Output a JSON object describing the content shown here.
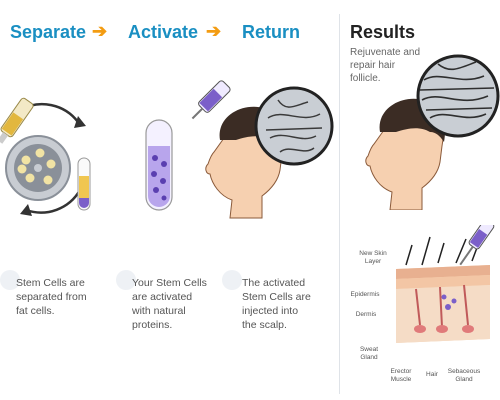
{
  "steps": [
    {
      "title": "Separate",
      "desc": [
        "Stem Cells are",
        "separated from",
        "fat cells."
      ]
    },
    {
      "title": "Activate",
      "desc": [
        "Your Stem Cells",
        "are activated",
        "with natural",
        "proteins."
      ]
    },
    {
      "title": "Return",
      "desc": [
        "The activated",
        "Stem Cells are",
        "injected into",
        "the scalp."
      ]
    }
  ],
  "arrows": [
    "➔",
    "➔"
  ],
  "results": {
    "title": "Results",
    "subtitle": [
      "Rejuvenate  and",
      "repair hair",
      "follicle."
    ]
  },
  "diagram_labels": {
    "new_skin_layer": [
      "New Skin",
      "Layer"
    ],
    "epidermis": "Epidermis",
    "dermis": "Dermis",
    "sweat_gland": [
      "Sweat",
      "Gland"
    ],
    "erector_muscle": [
      "Erector",
      "Muscle"
    ],
    "hair": "Hair",
    "sebaceous_gland": [
      "Sebaceous",
      "Gland"
    ]
  },
  "colors": {
    "accent_blue": "#1a8fc2",
    "arrow_orange": "#f39c12",
    "cell_purple": "#7b5fc9",
    "fat_yellow": "#e2b73e",
    "skin": "#f6d7b8"
  }
}
